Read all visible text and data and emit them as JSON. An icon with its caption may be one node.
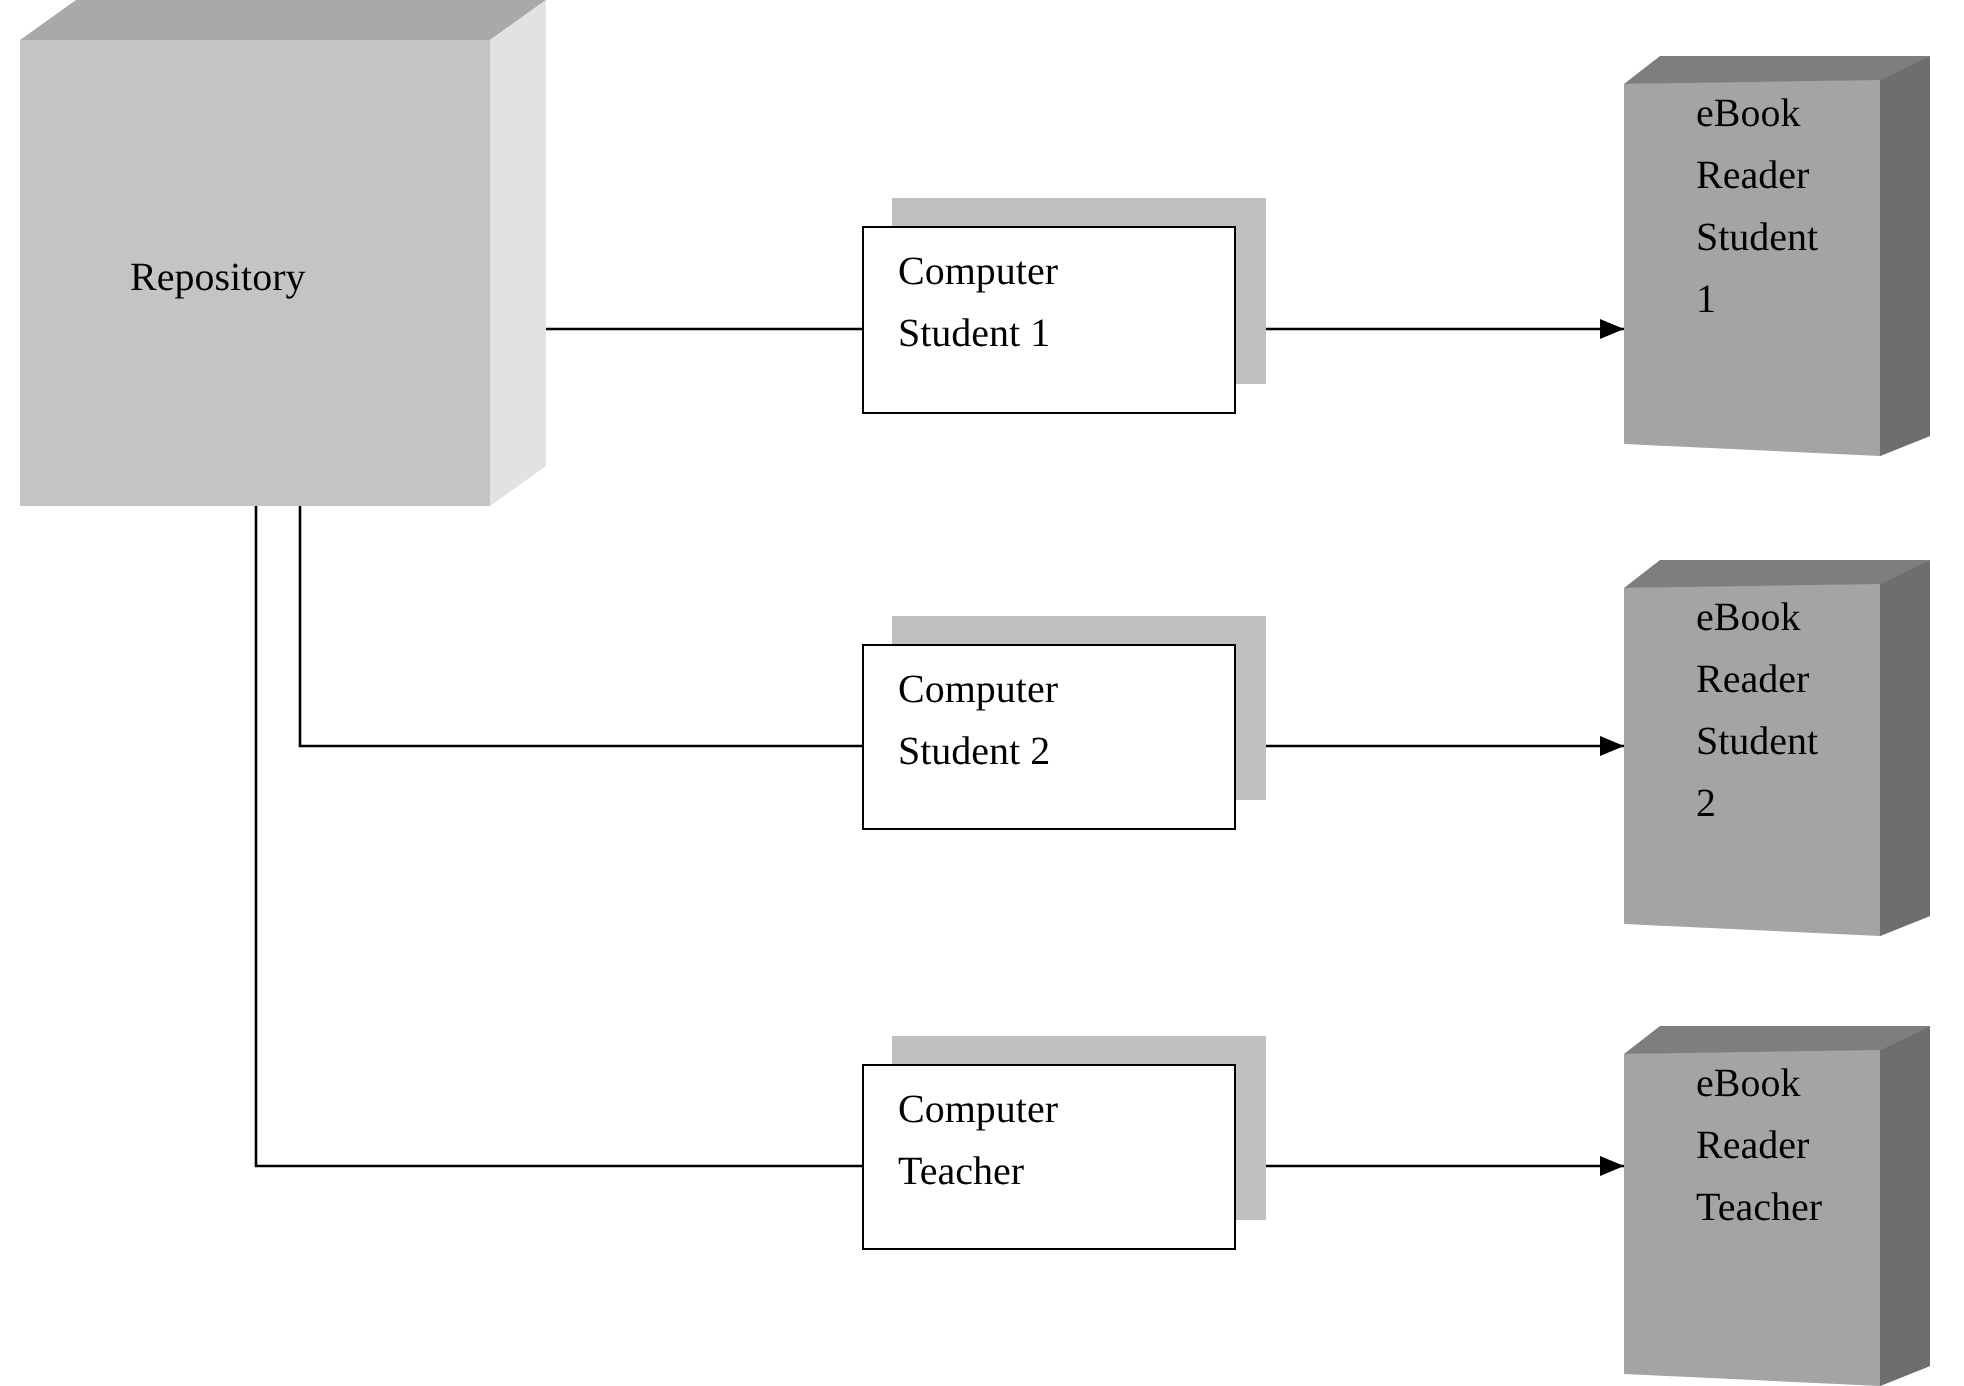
{
  "diagram": {
    "nodes": [
      {
        "text": [
          "Repository"
        ]
      },
      {
        "text": [
          "Computer Student 1"
        ]
      },
      {
        "text": [
          "eBook Reader Student 1"
        ]
      },
      {
        "text": [
          "Computer Student 2"
        ]
      },
      {
        "text": [
          "eBook Reader Student 2"
        ]
      },
      {
        "text": [
          "Computer Teacher"
        ]
      },
      {
        "text": [
          "eBook Reader Teacher"
        ]
      }
    ],
    "edges": [
      {
        "from": 0,
        "to": 1,
        "arrow": "none"
      },
      {
        "from": 1,
        "to": 2,
        "arrow": "to"
      },
      {
        "from": 0,
        "to": 3,
        "arrow": "none"
      },
      {
        "from": 3,
        "to": 4,
        "arrow": "to"
      },
      {
        "from": 0,
        "to": 5,
        "arrow": "none"
      },
      {
        "from": 5,
        "to": 6,
        "arrow": "to"
      }
    ]
  }
}
